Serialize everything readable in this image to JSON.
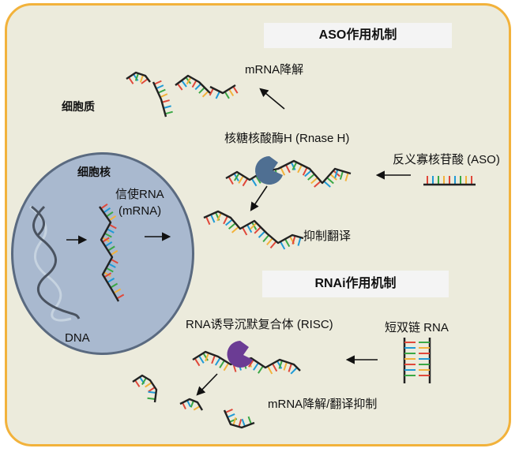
{
  "banners": {
    "aso": "ASO作用机制",
    "rnai": "RNAi作用机制"
  },
  "labels": {
    "cytoplasm": "细胞质",
    "nucleus": "细胞核",
    "dna": "DNA",
    "mrna_line1": "信使RNA",
    "mrna_line2": "(mRNA)",
    "aso_degradation": "mRNA降解",
    "rnase_h": "核糖核酸酶H (Rnase H)",
    "aso_agent": "反义寡核苷酸 (ASO)",
    "translation_inhibition": "抑制翻译",
    "risc": "RNA诱导沉默复合体 (RISC)",
    "sirna": "短双链 RNA",
    "rnai_outcome": "mRNA降解/翻译抑制"
  },
  "colors": {
    "cell_fill": "#ecebdc",
    "cell_border": "#f2b23b",
    "nucleus_fill": "#a9b9cf",
    "nucleus_border": "#5a6a80",
    "rnase_h": "#4f6f92",
    "risc": "#6b3c94",
    "base_colors": [
      "#e0483a",
      "#1f9ad6",
      "#3aa845",
      "#f2b23b"
    ]
  }
}
